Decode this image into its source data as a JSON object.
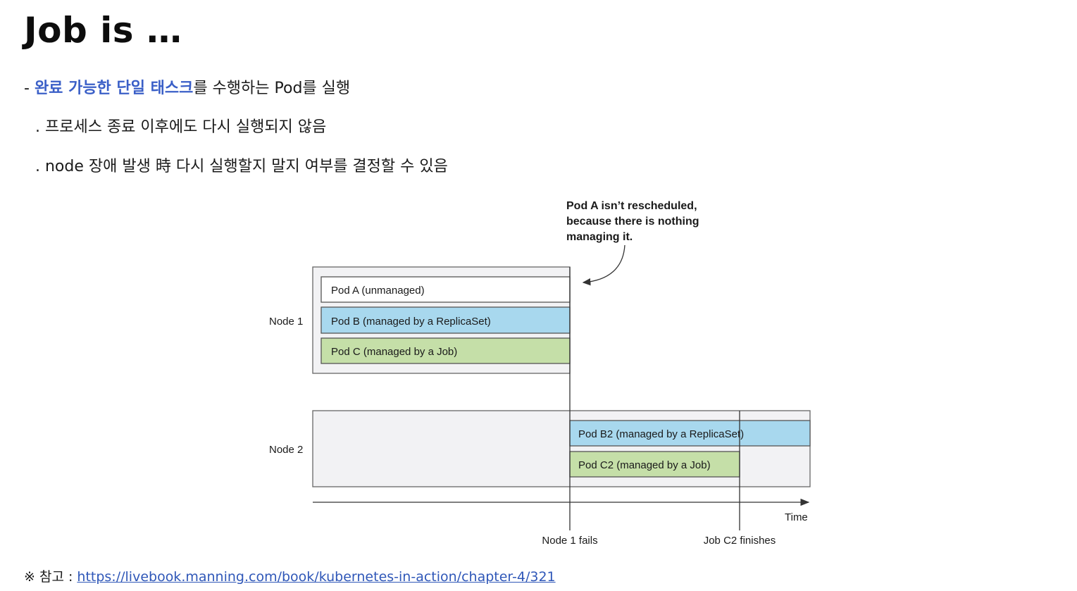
{
  "title": "Job is …",
  "bullets": {
    "line1_prefix": "- ",
    "line1_highlight": "완료 가능한 단일 태스크",
    "line1_suffix": "를 수행하는 Pod를 실행",
    "line2": ". 프로세스 종료 이후에도 다시 실행되지 않음",
    "line3": ". node 장애 발생 時 다시 실행할지 말지 여부를 결정할 수 있음"
  },
  "diagram": {
    "callout": [
      "Pod A isn’t rescheduled,",
      "because there is nothing",
      "managing it."
    ],
    "node1_label": "Node 1",
    "node2_label": "Node 2",
    "pod_a": "Pod A (unmanaged)",
    "pod_b": "Pod B (managed by a ReplicaSet)",
    "pod_c": "Pod C (managed by a Job)",
    "pod_b2": "Pod B2 (managed by a ReplicaSet)",
    "pod_c2": "Pod C2 (managed by a Job)",
    "time_label": "Time",
    "event_node1_fails": "Node 1 fails",
    "event_job_c2_finishes": "Job C2 finishes",
    "colors": {
      "replicaset": "#a8d8ee",
      "job": "#c5dfa8",
      "unmanaged": "#ffffff",
      "node_bg": "#f2f2f4"
    }
  },
  "reference": {
    "prefix": "※ 참고 : ",
    "link_text": "https://livebook.manning.com/book/kubernetes-in-action/chapter-4/321"
  }
}
